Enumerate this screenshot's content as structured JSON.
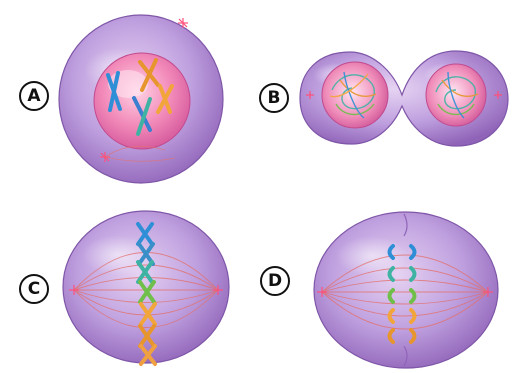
{
  "panels": [
    {
      "id": "a",
      "label": "A"
    },
    {
      "id": "b",
      "label": "B"
    },
    {
      "id": "c",
      "label": "C"
    },
    {
      "id": "d",
      "label": "D"
    }
  ],
  "colors": {
    "cytoplasm": "#b48ad3",
    "cytoplasm_edge": "#8f64b6",
    "nucleus": "#f07fb6",
    "nucleus_light": "#ffc6de",
    "spindle": "#e2716e",
    "centrosome": "#ff4f7a",
    "chromosomes": [
      "#2f8fd6",
      "#e7952d",
      "#3fb3a3",
      "#6fbf4a",
      "#f2a53a"
    ]
  },
  "icons": {
    "chromosome": "x-shaped-chromosome-icon",
    "centrosome": "centrosome-star-icon"
  }
}
